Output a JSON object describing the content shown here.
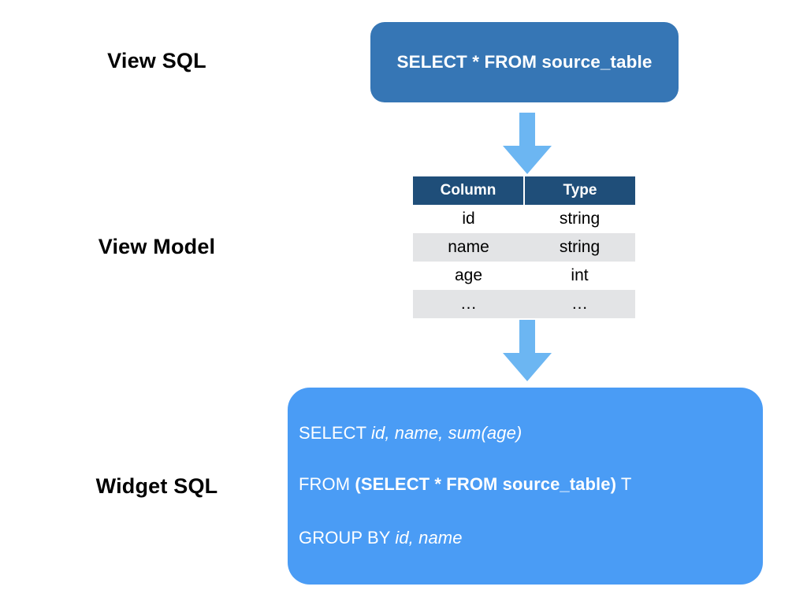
{
  "colors": {
    "view_sql_box": "#3676b5",
    "table_header": "#1f4e79",
    "table_zebra": "#e3e4e6",
    "widget_sql_box": "#4a9cf5",
    "arrow": "#6cb6f2",
    "background": "#ffffff",
    "label_text": "#000000"
  },
  "labels": {
    "view_sql": "View SQL",
    "view_model": "View Model",
    "widget_sql": "Widget SQL"
  },
  "view_sql": {
    "query": "SELECT * FROM source_table"
  },
  "view_model": {
    "headers": [
      "Column",
      "Type"
    ],
    "rows": [
      [
        "id",
        "string"
      ],
      [
        "name",
        "string"
      ],
      [
        "age",
        "int"
      ],
      [
        "…",
        "…"
      ]
    ]
  },
  "widget_sql": {
    "line1": {
      "keyword": "SELECT ",
      "columns": "id, name, sum(age)"
    },
    "line2": {
      "keyword": "FROM ",
      "open_paren": "(",
      "subquery": "SELECT * FROM source_table",
      "close_paren": ")",
      "alias": " T"
    },
    "line3": {
      "keyword": "GROUP BY ",
      "columns": "id, name"
    }
  },
  "arrows": {
    "arrow_1_name": "arrow-view-sql-to-view-model",
    "arrow_2_name": "arrow-view-model-to-widget-sql"
  }
}
